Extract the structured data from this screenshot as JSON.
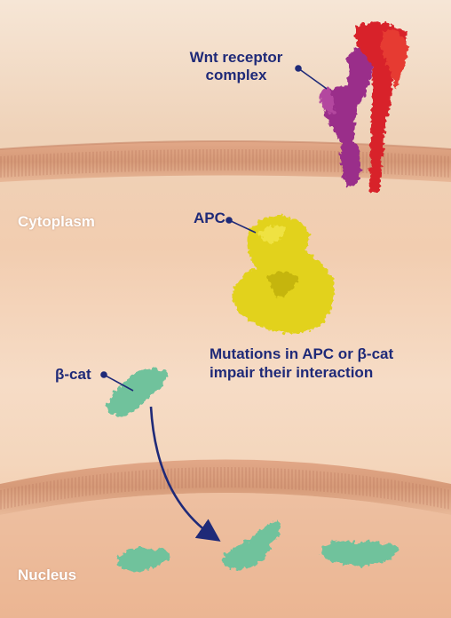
{
  "labels": {
    "wnt_line1": "Wnt receptor",
    "wnt_line2": "complex",
    "cytoplasm": "Cytoplasm",
    "apc": "APC",
    "mutation_line1": "Mutations in APC or β-cat",
    "mutation_line2": "impair their interaction",
    "bcat": "β-cat",
    "nucleus": "Nucleus"
  },
  "colors": {
    "label_text": "#1f2a78",
    "region_text": "#ffffff",
    "wnt_receptor_a": "#9a2f8a",
    "wnt_receptor_b": "#d8202a",
    "apc": "#e2d21a",
    "bcat": "#6fc29c",
    "membrane": "#c98a68",
    "arrow": "#1f2a78"
  }
}
